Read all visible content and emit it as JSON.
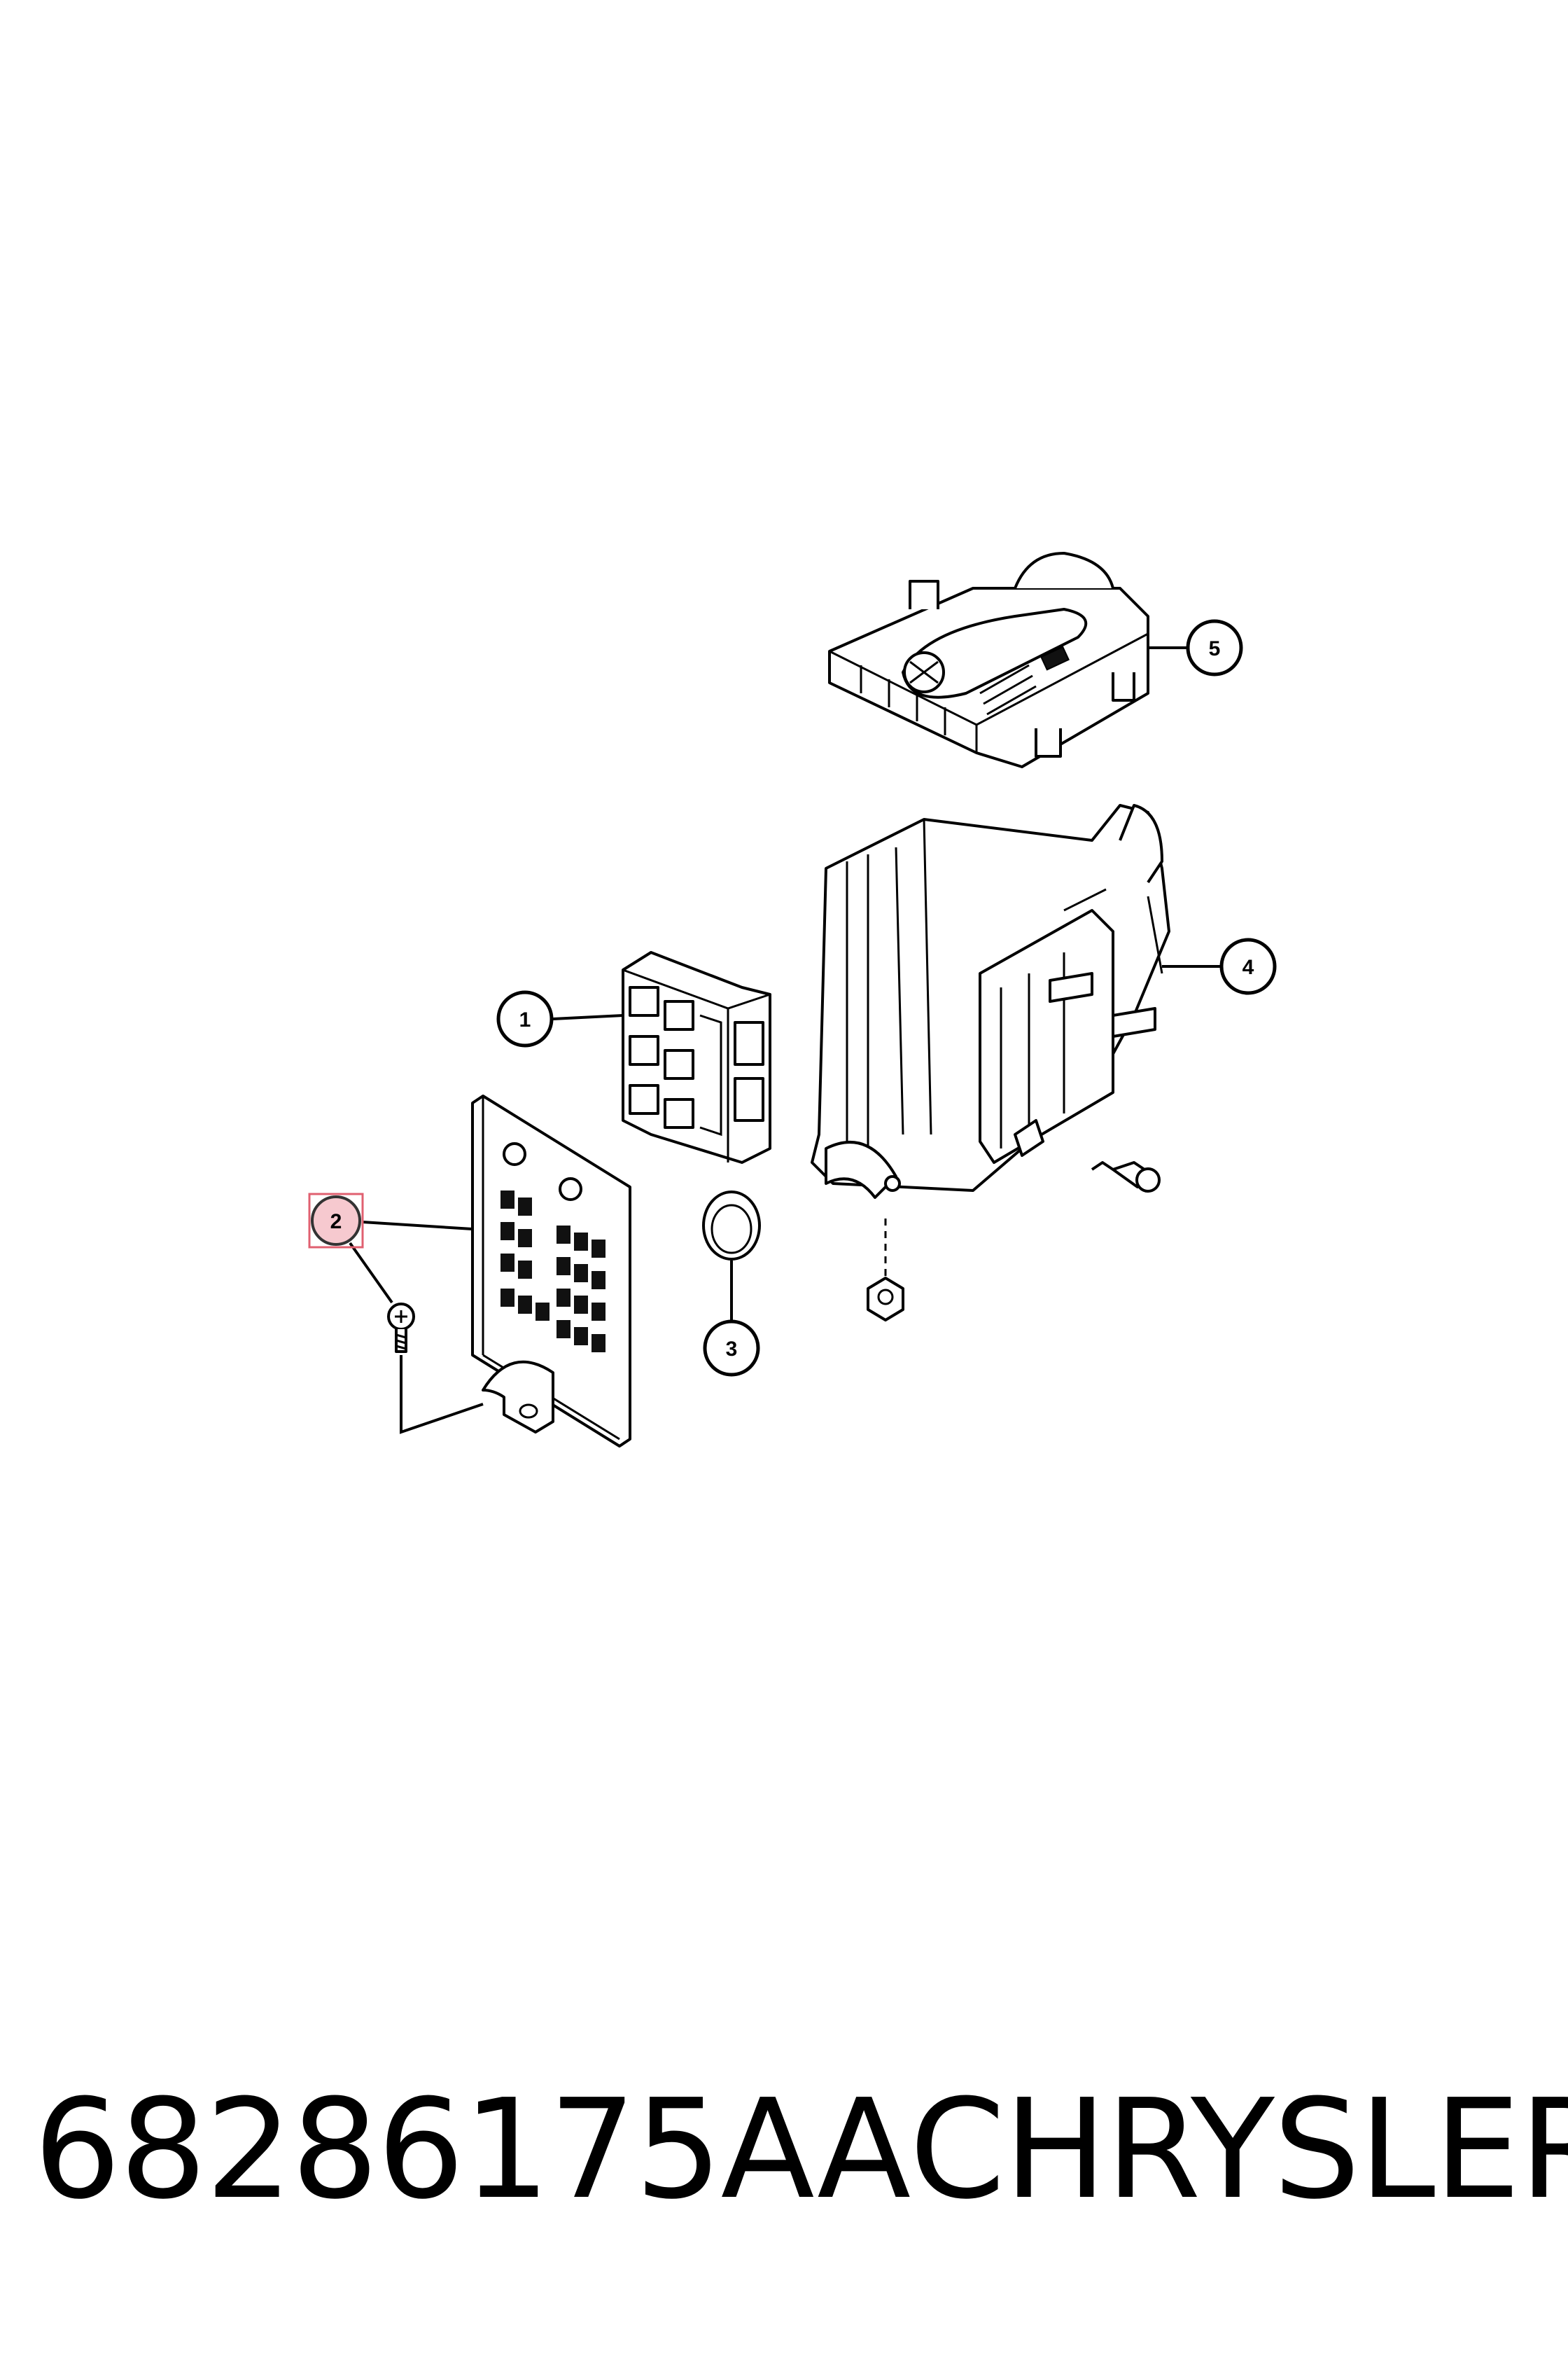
{
  "diagram": {
    "callouts": [
      {
        "label": "1"
      },
      {
        "label": "2",
        "highlighted": true
      },
      {
        "label": "3"
      },
      {
        "label": "4"
      },
      {
        "label": "5"
      }
    ],
    "highlight_color": "#f6c9cf",
    "highlight_box_color": "#e06070"
  },
  "caption": {
    "part_number": "68286175AA",
    "brand": "CHRYSLER"
  }
}
